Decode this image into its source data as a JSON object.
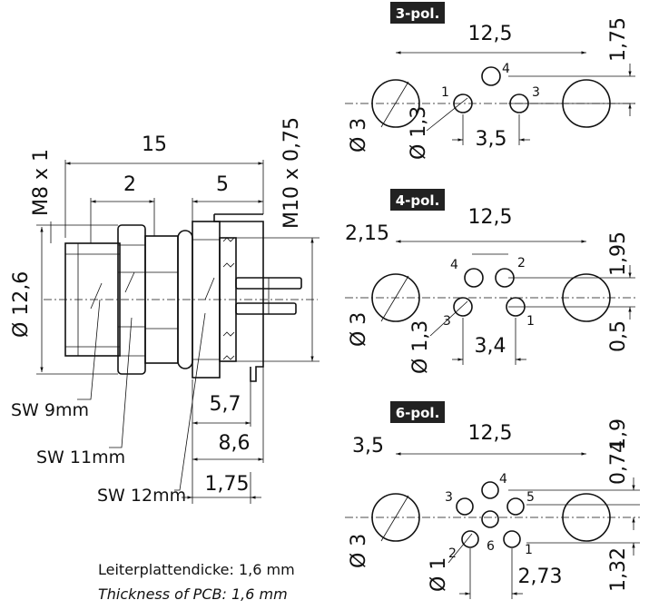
{
  "side_view": {
    "dim_total_length": "15",
    "dim_thread_left": "2",
    "dim_thread_right": "5",
    "thread_front": "M8 x 1",
    "thread_rear": "M10 x 0,75",
    "diameter": "Ø 12,6",
    "dim_5_7": "5,7",
    "dim_8_6": "8,6",
    "dim_1_75": "1,75",
    "wrench_1": "SW 9mm",
    "wrench_2": "SW 11mm",
    "wrench_3": "SW 12mm"
  },
  "pcb_note": {
    "de": "Leiterplattendicke: 1,6 mm",
    "en": "Thickness of PCB:   1,6 mm"
  },
  "layouts": {
    "pol3": {
      "title": "3-pol.",
      "width": "12,5",
      "offset_v": "1,75",
      "hole_large": "Ø 3",
      "hole_small": "Ø 1,3",
      "spacing": "3,5",
      "pins": [
        "1",
        "3",
        "4"
      ]
    },
    "pol4": {
      "title": "4-pol.",
      "width": "12,5",
      "offset_h": "2,15",
      "offset_v1": "1,95",
      "offset_v2": "0,5",
      "hole_large": "Ø 3",
      "hole_small": "Ø 1,3",
      "spacing": "3,4",
      "pins": [
        "1",
        "2",
        "3",
        "4"
      ]
    },
    "pol6": {
      "title": "6-pol.",
      "width": "12,5",
      "offset_h": "3,5",
      "offset_v1": "1,9",
      "offset_v2": "0,74",
      "offset_v3": "1,32",
      "hole_large": "Ø 3",
      "hole_small": "Ø 1",
      "spacing": "2,73",
      "pins": [
        "1",
        "2",
        "3",
        "4",
        "5",
        "6"
      ]
    }
  }
}
